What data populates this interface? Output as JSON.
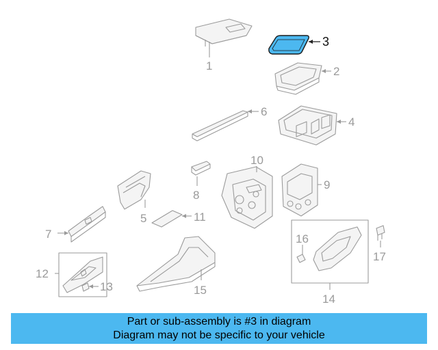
{
  "diagram": {
    "highlighted_part": "3",
    "highlight_color": "#4cb8f0",
    "callouts": [
      "1",
      "2",
      "3",
      "4",
      "5",
      "6",
      "7",
      "8",
      "9",
      "10",
      "11",
      "12",
      "13",
      "14",
      "15",
      "16",
      "17"
    ]
  },
  "banner": {
    "line1": "Part or sub-assembly is #3 in diagram",
    "line2": "Diagram may not be specific to your vehicle",
    "background": "#4cb8f0"
  }
}
